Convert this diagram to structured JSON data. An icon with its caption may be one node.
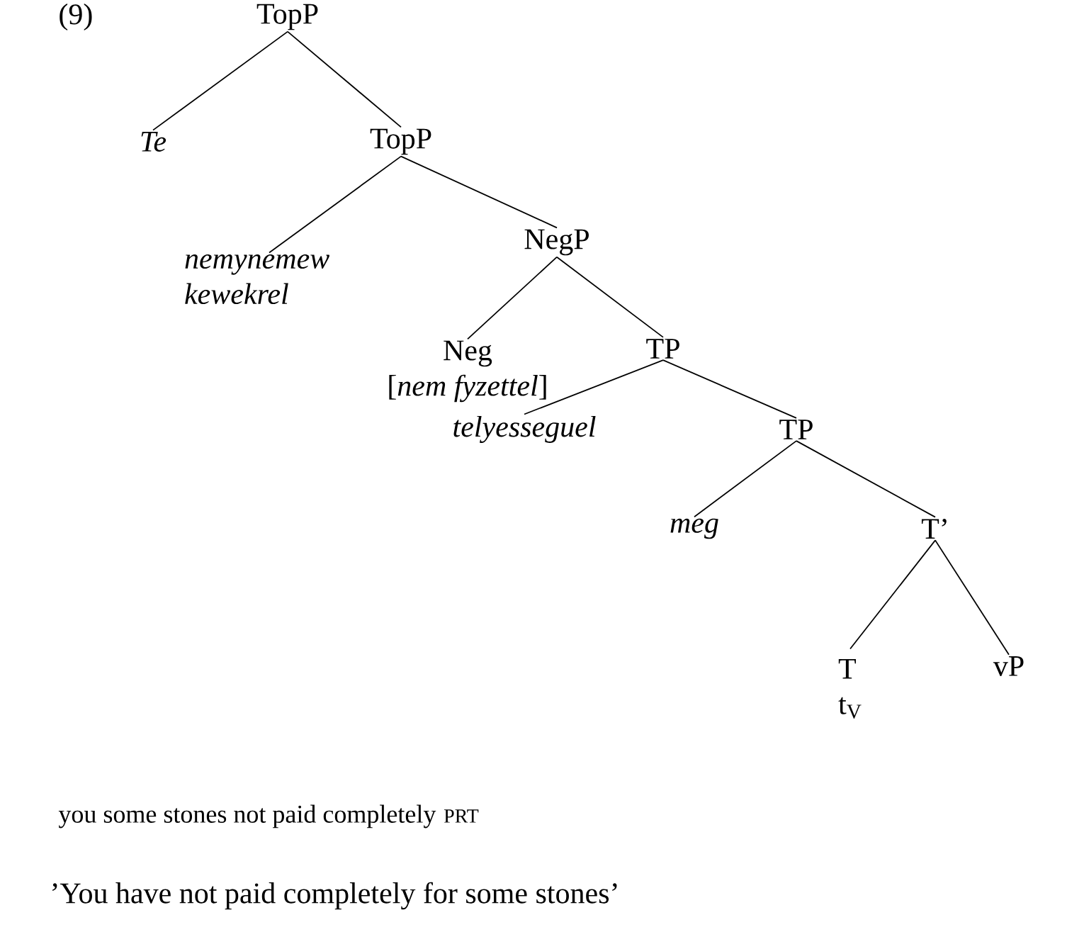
{
  "diagram": {
    "caption": "’You have not paid completely for some stones’",
    "nodes": [
      {
        "text": [
          "TopP"
        ]
      },
      {
        "text": [
          "*Te*"
        ]
      },
      {
        "text": [
          "TopP"
        ]
      },
      {
        "text": [
          "*nemynemew kewekrel*"
        ]
      },
      {
        "text": [
          "NegP"
        ]
      },
      {
        "text": [
          "Neg",
          "[*nem fyzettel*]"
        ]
      },
      {
        "text": [
          "TP"
        ]
      },
      {
        "text": [
          "*telyesseguel*"
        ]
      },
      {
        "text": [
          "TP"
        ]
      },
      {
        "text": [
          "*meg*"
        ]
      },
      {
        "text": [
          "T’"
        ]
      },
      {
        "text": [
          "T",
          "t$_{V}$"
        ]
      },
      {
        "text": [
          "vP"
        ]
      }
    ],
    "edges": [
      {
        "from": 0,
        "to": 1,
        "arrow": "none"
      },
      {
        "from": 0,
        "to": 2,
        "arrow": "none"
      },
      {
        "from": 2,
        "to": 3,
        "arrow": "none"
      },
      {
        "from": 2,
        "to": 4,
        "arrow": "none"
      },
      {
        "from": 4,
        "to": 5,
        "arrow": "none"
      },
      {
        "from": 4,
        "to": 6,
        "arrow": "none"
      },
      {
        "from": 6,
        "to": 7,
        "arrow": "none"
      },
      {
        "from": 6,
        "to": 8,
        "arrow": "none"
      },
      {
        "from": 8,
        "to": 9,
        "arrow": "none"
      },
      {
        "from": 8,
        "to": 10,
        "arrow": "none"
      },
      {
        "from": 10,
        "to": 11,
        "arrow": "none"
      },
      {
        "from": 10,
        "to": 12,
        "arrow": "none"
      }
    ],
    "labels": [
      "(9)",
      "you some stones not paid completely",
      "PRT"
    ]
  }
}
